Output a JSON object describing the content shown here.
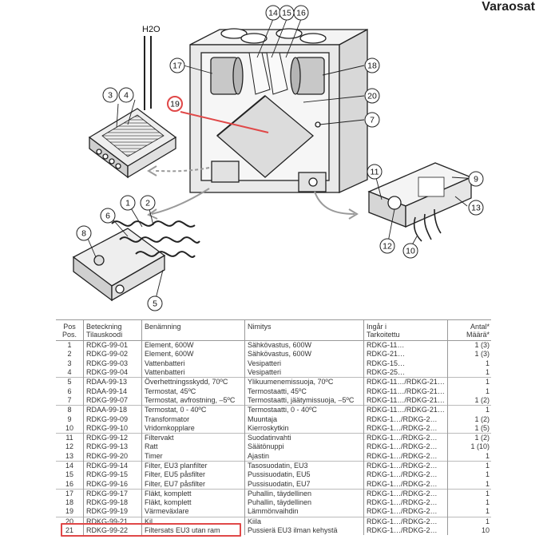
{
  "page_title": "Varaosat",
  "diagram": {
    "h2o_label": "H2O",
    "callouts": [
      "1",
      "2",
      "3",
      "4",
      "5",
      "6",
      "7",
      "8",
      "9",
      "10",
      "11",
      "12",
      "13",
      "14",
      "15",
      "16",
      "17",
      "18",
      "19",
      "20"
    ]
  },
  "table": {
    "headers": [
      {
        "l1": "Pos",
        "l2": "Pos."
      },
      {
        "l1": "Beteckning",
        "l2": "Tilauskoodi"
      },
      {
        "l1": "Benämning",
        "l2": ""
      },
      {
        "l1": "Nimitys",
        "l2": ""
      },
      {
        "l1": "Ingår i",
        "l2": "Tarkoitettu"
      },
      {
        "l1": "Antal*",
        "l2": "Määrä*"
      }
    ],
    "rows": [
      {
        "pos": "1",
        "code": "RDKG-99-01",
        "sv": "Element, 600W",
        "fi": "Sähkövastus, 600W",
        "fit": "RDKG-11…",
        "qty": "1 (3)"
      },
      {
        "pos": "2",
        "code": "RDKG-99-02",
        "sv": "Element, 600W",
        "fi": "Sähkövastus, 600W",
        "fit": "RDKG-21…",
        "qty": "1 (3)"
      },
      {
        "pos": "3",
        "code": "RDKG-99-03",
        "sv": "Vattenbatteri",
        "fi": "Vesipatteri",
        "fit": "RDKG-15…",
        "qty": "1"
      },
      {
        "pos": "4",
        "code": "RDKG-99-04",
        "sv": "Vattenbatteri",
        "fi": "Vesipatteri",
        "fit": "RDKG-25…",
        "qty": "1",
        "sep": true
      },
      {
        "pos": "5",
        "code": "RDAA-99-13",
        "sv": "Överhettningsskydd, 70ºC",
        "fi": "Ylikuumenemissuoja, 70ºC",
        "fit": "RDKG-11…/RDKG-21…",
        "qty": "1"
      },
      {
        "pos": "6",
        "code": "RDAA-99-14",
        "sv": "Termostat, 45ºC",
        "fi": "Termostaatti, 45ºC",
        "fit": "RDKG-11…/RDKG-21…",
        "qty": "1"
      },
      {
        "pos": "7",
        "code": "RDKG-99-07",
        "sv": "Termostat, avfrostning, –5ºC",
        "fi": "Termostaatti, jäätymissuoja, –5ºC",
        "fit": "RDKG-11…/RDKG-21…",
        "qty": "1 (2)",
        "sep": true
      },
      {
        "pos": "8",
        "code": "RDAA-99-18",
        "sv": "Termostat, 0 - 40ºC",
        "fi": "Termostaatti, 0 - 40ºC",
        "fit": "RDKG-11…/RDKG-21…",
        "qty": "1"
      },
      {
        "pos": "9",
        "code": "RDKG-99-09",
        "sv": "Transformator",
        "fi": "Muuntaja",
        "fit": "RDKG-1…/RDKG-2…",
        "qty": "1 (2)"
      },
      {
        "pos": "10",
        "code": "RDKG-99-10",
        "sv": "Vridomkopplare",
        "fi": "Kierroskytkin",
        "fit": "RDKG-1…/RDKG-2…",
        "qty": "1 (5)",
        "sep": true
      },
      {
        "pos": "11",
        "code": "RDKG-99-12",
        "sv": "Filtervakt",
        "fi": "Suodatinvahti",
        "fit": "RDKG-1…/RDKG-2…",
        "qty": "1 (2)"
      },
      {
        "pos": "12",
        "code": "RDKG-99-13",
        "sv": "Ratt",
        "fi": "Säätönuppi",
        "fit": "RDKG-1…/RDKG-2…",
        "qty": "1 (10)"
      },
      {
        "pos": "13",
        "code": "RDKG-99-20",
        "sv": "Timer",
        "fi": "Ajastin",
        "fit": "RDKG-1…/RDKG-2…",
        "qty": "1",
        "sep": true
      },
      {
        "pos": "14",
        "code": "RDKG-99-14",
        "sv": "Filter, EU3 planfilter",
        "fi": "Tasosuodatin, EU3",
        "fit": "RDKG-1…/RDKG-2…",
        "qty": "1"
      },
      {
        "pos": "15",
        "code": "RDKG-99-15",
        "sv": "Filter, EU5 påsfilter",
        "fi": "Pussisuodatin, EU5",
        "fit": "RDKG-1…/RDKG-2…",
        "qty": "1"
      },
      {
        "pos": "16",
        "code": "RDKG-99-16",
        "sv": "Filter, EU7 påsfilter",
        "fi": "Pussisuodatin, EU7",
        "fit": "RDKG-1…/RDKG-2…",
        "qty": "1",
        "sep": true
      },
      {
        "pos": "17",
        "code": "RDKG-99-17",
        "sv": "Fläkt, komplett",
        "fi": "Puhallin, täydellinen",
        "fit": "RDKG-1…/RDKG-2…",
        "qty": "1"
      },
      {
        "pos": "18",
        "code": "RDKG-99-18",
        "sv": "Fläkt, komplett",
        "fi": "Puhallin, täydellinen",
        "fit": "RDKG-1…/RDKG-2…",
        "qty": "1"
      },
      {
        "pos": "19",
        "code": "RDKG-99-19",
        "sv": "Värmeväxlare",
        "fi": "Lämmönvaihdin",
        "fit": "RDKG-1…/RDKG-2…",
        "qty": "1",
        "sep": true
      },
      {
        "pos": "20",
        "code": "RDKG-99-21",
        "sv": "Kil",
        "fi": "Kiila",
        "fit": "RDKG-1…/RDKG-2…",
        "qty": "1"
      },
      {
        "pos": "21",
        "code": "RDKG-99-22",
        "sv": "Filtersats EU3 utan ram",
        "fi": "Pussierä EU3 ilman kehystä",
        "fit": "RDKG-1…/RDKG-2…",
        "qty": "10"
      }
    ]
  },
  "colors": {
    "highlight": "#e04848",
    "line": "#222222",
    "gray": "#9a9a9a"
  }
}
